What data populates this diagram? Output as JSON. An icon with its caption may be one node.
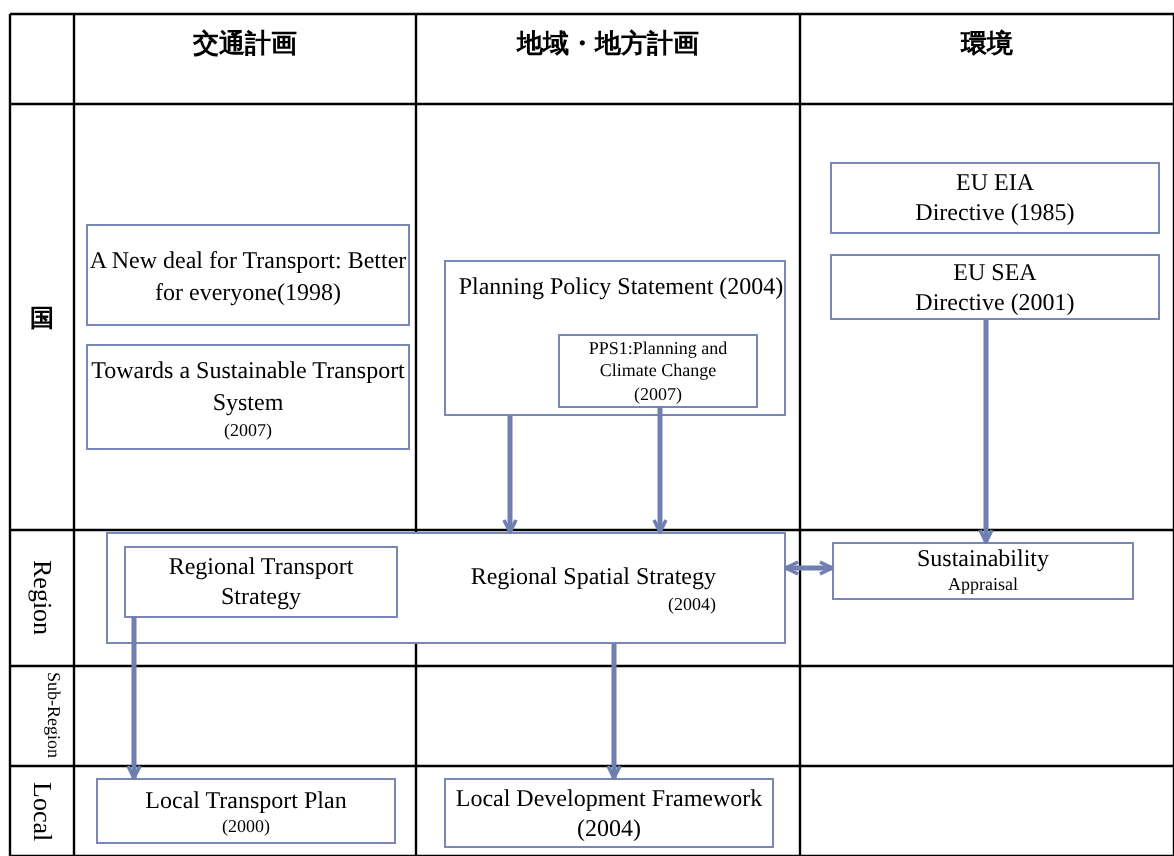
{
  "diagram": {
    "nodes": [
      {
        "text": [
          "A New deal for Transport: Better for everyone(1998)"
        ]
      },
      {
        "text": [
          "Towards a Sustainable Transport System",
          "(2007)"
        ]
      },
      {
        "text": [
          "Planning Policy Statement (2004)"
        ]
      },
      {
        "text": [
          "PPS1:Planning and Climate Change",
          "(2007)"
        ],
        "in": 2
      },
      {
        "text": [
          "EU EIA",
          "Directive (1985)"
        ]
      },
      {
        "text": [
          "EU SEA",
          "Directive (2001)"
        ]
      },
      {
        "text": [
          "Regional Spatial Strategy",
          "(2004)"
        ]
      },
      {
        "text": [
          "Regional Transport Strategy"
        ],
        "in": 6
      },
      {
        "text": [
          "Sustainability",
          "Appraisal"
        ]
      },
      {
        "text": [
          "Local Transport Plan",
          "(2000)"
        ]
      },
      {
        "text": [
          "Local Development Framework (2004)"
        ]
      }
    ],
    "edges": [
      {
        "from": 2,
        "to": 6,
        "arrow": "to"
      },
      {
        "from": 3,
        "to": 6,
        "arrow": "to"
      },
      {
        "from": 5,
        "to": 8,
        "arrow": "to"
      },
      {
        "from": 6,
        "to": 8,
        "arrow": "both"
      },
      {
        "from": 7,
        "to": 9,
        "arrow": "to"
      },
      {
        "from": 6,
        "to": 10,
        "arrow": "to"
      }
    ],
    "labels": [
      "交通計画",
      "地域・地方計画",
      "環境",
      "国",
      "Region",
      "Sub-Region",
      "Local"
    ]
  }
}
